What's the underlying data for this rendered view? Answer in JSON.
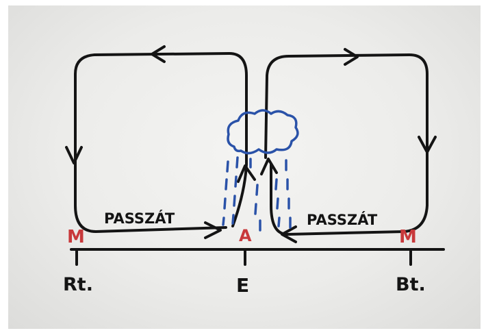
{
  "labels": {
    "left_flow": "PASSZÁT",
    "right_flow": "PASSZÁT",
    "left_high": "M",
    "right_high": "M",
    "center_low": "A",
    "tick_left": "Rt.",
    "tick_center": "E",
    "tick_right": "Bt."
  },
  "colors": {
    "ink": "#141414",
    "red": "#c8393b",
    "blue": "#2a52a8"
  }
}
